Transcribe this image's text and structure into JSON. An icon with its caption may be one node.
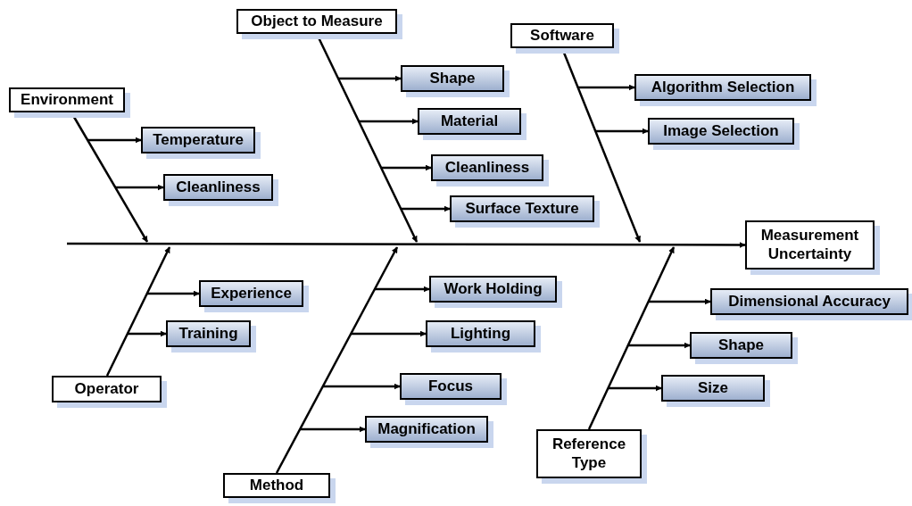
{
  "diagram": {
    "nodes": [
      {
        "text": [
          "Environment"
        ]
      },
      {
        "text": [
          "Temperature"
        ]
      },
      {
        "text": [
          "Cleanliness"
        ]
      },
      {
        "text": [
          "Object to Measure"
        ]
      },
      {
        "text": [
          "Shape"
        ]
      },
      {
        "text": [
          "Material"
        ]
      },
      {
        "text": [
          "Cleanliness"
        ]
      },
      {
        "text": [
          "Surface Texture"
        ]
      },
      {
        "text": [
          "Software"
        ]
      },
      {
        "text": [
          "Algorithm Selection"
        ]
      },
      {
        "text": [
          "Image Selection"
        ]
      },
      {
        "text": [
          "Measurement Uncertainty"
        ]
      },
      {
        "text": [
          "Operator"
        ]
      },
      {
        "text": [
          "Experience"
        ]
      },
      {
        "text": [
          "Training"
        ]
      },
      {
        "text": [
          "Method"
        ]
      },
      {
        "text": [
          "Work Holding"
        ]
      },
      {
        "text": [
          "Lighting"
        ]
      },
      {
        "text": [
          "Focus"
        ]
      },
      {
        "text": [
          "Magnification"
        ]
      },
      {
        "text": [
          "Reference Type"
        ]
      },
      {
        "text": [
          "Dimensional Accuracy"
        ]
      },
      {
        "text": [
          "Shape"
        ]
      },
      {
        "text": [
          "Size"
        ]
      }
    ],
    "edges": [
      {
        "from": null,
        "to": 11,
        "arrow": "to"
      },
      {
        "from": 0,
        "to": null,
        "arrow": "to"
      },
      {
        "from": null,
        "to": 1,
        "arrow": "to"
      },
      {
        "from": null,
        "to": 2,
        "arrow": "to"
      },
      {
        "from": 3,
        "to": null,
        "arrow": "to"
      },
      {
        "from": null,
        "to": 4,
        "arrow": "to"
      },
      {
        "from": null,
        "to": 5,
        "arrow": "to"
      },
      {
        "from": null,
        "to": 6,
        "arrow": "to"
      },
      {
        "from": null,
        "to": 7,
        "arrow": "to"
      },
      {
        "from": 8,
        "to": null,
        "arrow": "to"
      },
      {
        "from": null,
        "to": 9,
        "arrow": "to"
      },
      {
        "from": null,
        "to": 10,
        "arrow": "to"
      },
      {
        "from": 12,
        "to": null,
        "arrow": "to"
      },
      {
        "from": null,
        "to": 13,
        "arrow": "to"
      },
      {
        "from": null,
        "to": 14,
        "arrow": "to"
      },
      {
        "from": 15,
        "to": null,
        "arrow": "to"
      },
      {
        "from": null,
        "to": 16,
        "arrow": "to"
      },
      {
        "from": null,
        "to": 17,
        "arrow": "to"
      },
      {
        "from": null,
        "to": 18,
        "arrow": "to"
      },
      {
        "from": null,
        "to": 19,
        "arrow": "to"
      },
      {
        "from": 20,
        "to": null,
        "arrow": "to"
      },
      {
        "from": null,
        "to": 21,
        "arrow": "to"
      },
      {
        "from": null,
        "to": 22,
        "arrow": "to"
      },
      {
        "from": null,
        "to": 23,
        "arrow": "to"
      }
    ]
  }
}
